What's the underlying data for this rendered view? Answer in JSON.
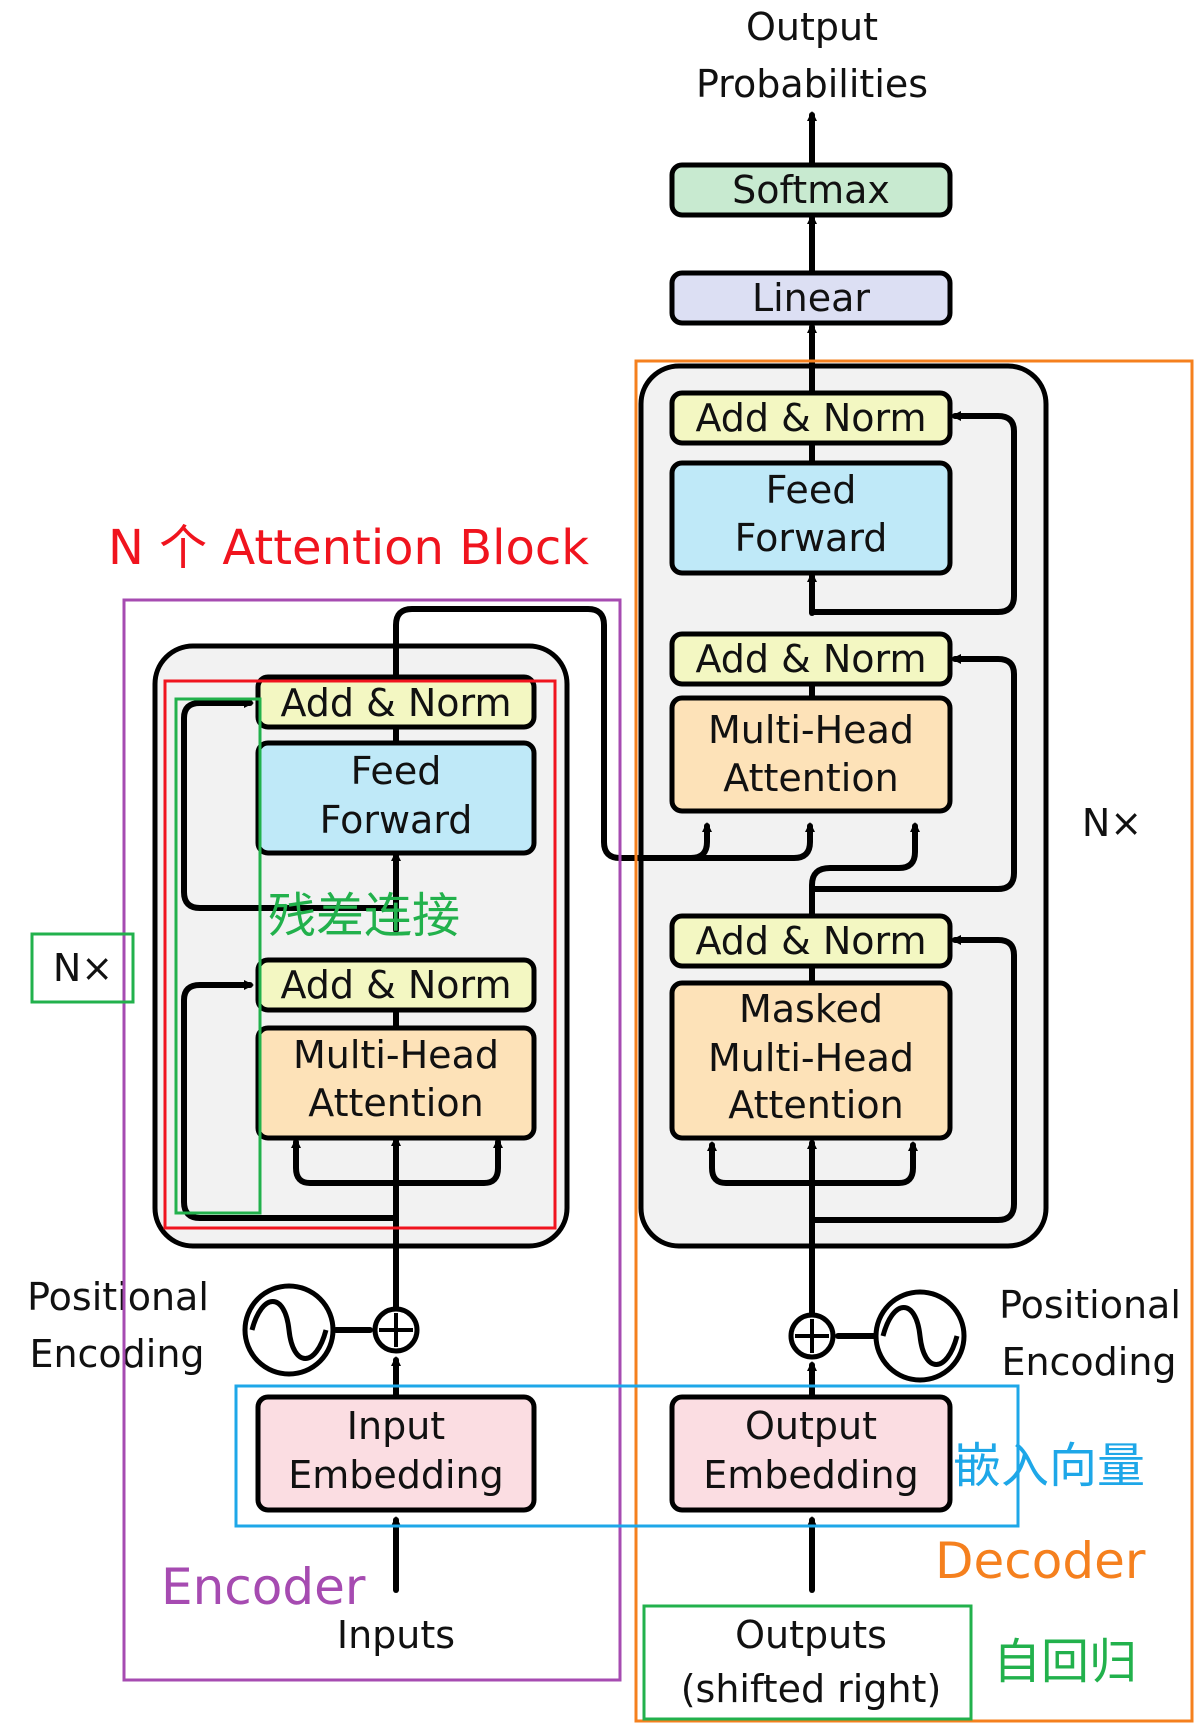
{
  "colors": {
    "block_bg": "#f2f2f2",
    "add_norm": "#f3f7c2",
    "feed_forward": "#bfe9f8",
    "attention": "#fde2b8",
    "embedding": "#fbdde2",
    "linear": "#dcdff3",
    "softmax": "#c8ead0",
    "encoder_annotation": "#a64bb1",
    "decoder_annotation": "#f5801e",
    "attention_block_annotation": "#f0141e",
    "residual_annotation": "#22b14c",
    "embedding_annotation": "#1ea7e8"
  },
  "output": {
    "line1": "Output",
    "line2": "Probabilities"
  },
  "decoder_top": {
    "softmax": "Softmax",
    "linear": "Linear"
  },
  "encoder": {
    "add_norm_top": "Add & Norm",
    "feed_forward_line1": "Feed",
    "feed_forward_line2": "Forward",
    "add_norm_bottom": "Add & Norm",
    "mha_line1": "Multi-Head",
    "mha_line2": "Attention",
    "repeat": "N×",
    "pos_enc_line1": "Positional",
    "pos_enc_line2": "Encoding",
    "embedding_line1": "Input",
    "embedding_line2": "Embedding",
    "inputs": "Inputs"
  },
  "decoder": {
    "add_norm_1": "Add & Norm",
    "feed_forward_line1": "Feed",
    "feed_forward_line2": "Forward",
    "add_norm_2": "Add & Norm",
    "mha_line1": "Multi-Head",
    "mha_line2": "Attention",
    "add_norm_3": "Add & Norm",
    "masked_line1": "Masked",
    "masked_line2": "Multi-Head",
    "masked_line3": "Attention",
    "repeat": "N×",
    "pos_enc_line1": "Positional",
    "pos_enc_line2": "Encoding",
    "embedding_line1": "Output",
    "embedding_line2": "Embedding",
    "outputs_line1": "Outputs",
    "outputs_line2": "(shifted right)"
  },
  "annotations": {
    "attention_block": "N 个 Attention Block",
    "residual": "残差连接",
    "encoder": "Encoder",
    "decoder": "Decoder",
    "embedding_vector": "嵌入向量",
    "autoregressive": "自回归"
  }
}
